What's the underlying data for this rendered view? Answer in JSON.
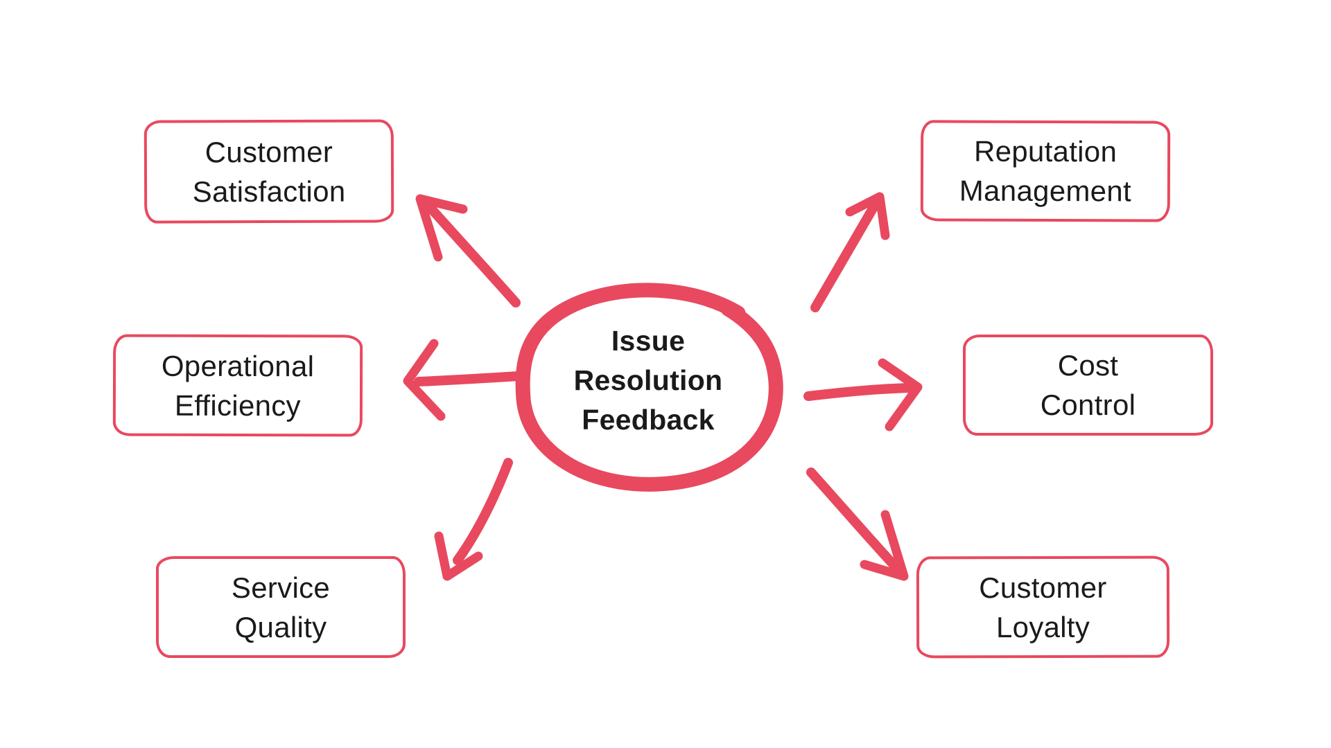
{
  "diagram": {
    "background": "#ffffff",
    "accent_color": "#e8495f",
    "text_color": "#1a1a1a",
    "center_node": {
      "line1": "Issue",
      "line2": "Resolution",
      "line3": "Feedback"
    },
    "nodes": {
      "customer_satisfaction": {
        "line1": "Customer",
        "line2": "Satisfaction"
      },
      "operational_efficiency": {
        "line1": "Operational",
        "line2": "Efficiency"
      },
      "service_quality": {
        "line1": "Service",
        "line2": "Quality"
      },
      "reputation_management": {
        "line1": "Reputation",
        "line2": "Management"
      },
      "cost_control": {
        "line1": "Cost",
        "line2": "Control"
      },
      "customer_loyalty": {
        "line1": "Customer",
        "line2": "Loyalty"
      }
    }
  }
}
